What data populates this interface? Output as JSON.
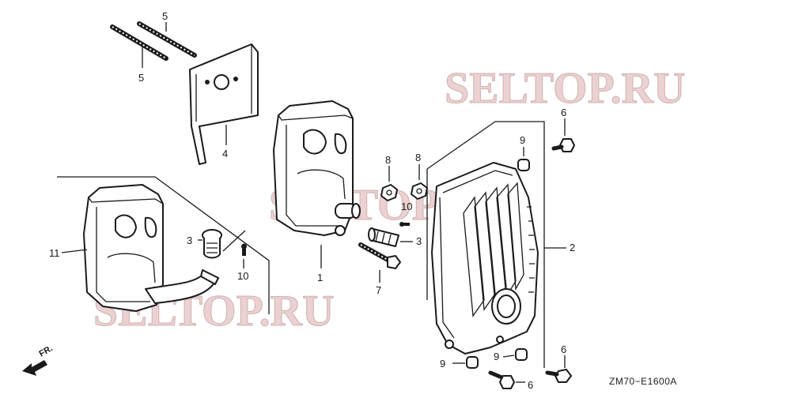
{
  "diagram": {
    "drawing_code": "ZM70−E1600A",
    "direction_label": "FR.",
    "watermarks": [
      "SELTOP.RU",
      "SELTOP.RU",
      "SELTOP.RU"
    ],
    "callouts": {
      "stud_upper": "5",
      "stud_lower": "5",
      "heat_shield": "4",
      "muffler": "1",
      "nut_left": "8",
      "nut_right": "8",
      "screw_center": "10",
      "arrester_center": "3",
      "bolt_long": "7",
      "protector": "2",
      "bolt_top": "6",
      "bolt_bottom": "6",
      "bolt_bottom_cut": "6",
      "collar_top": "9",
      "collar_bottom_left": "9",
      "collar_bottom_right": "9",
      "muffler_alt": "11",
      "arrester_left": "3",
      "screw_left": "10"
    }
  }
}
